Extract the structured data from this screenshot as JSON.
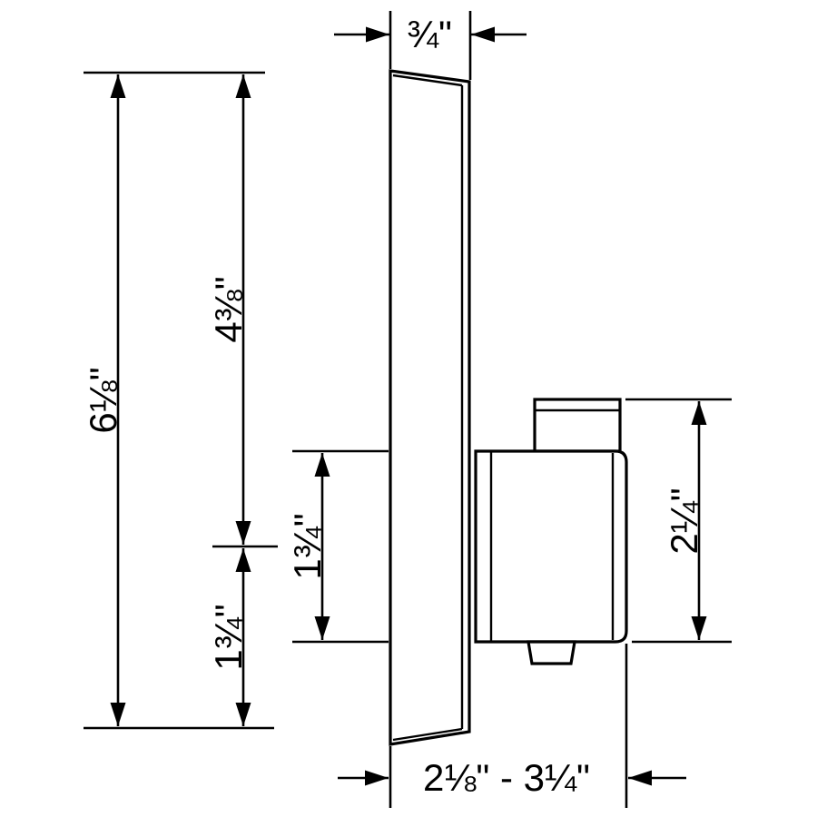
{
  "drawing": {
    "dimensions": {
      "plate_thickness": "¾\"",
      "overall_height": "6⅛\"",
      "top_to_handle_center": "4⅜\"",
      "handle_center_to_bottom": "1¾\"",
      "handle_body_height": "1¾\"",
      "handle_overall_height": "2¼\"",
      "depth_range": "2⅛\" - 3¼\""
    },
    "colors": {
      "line": "#000000",
      "background": "#ffffff"
    }
  }
}
